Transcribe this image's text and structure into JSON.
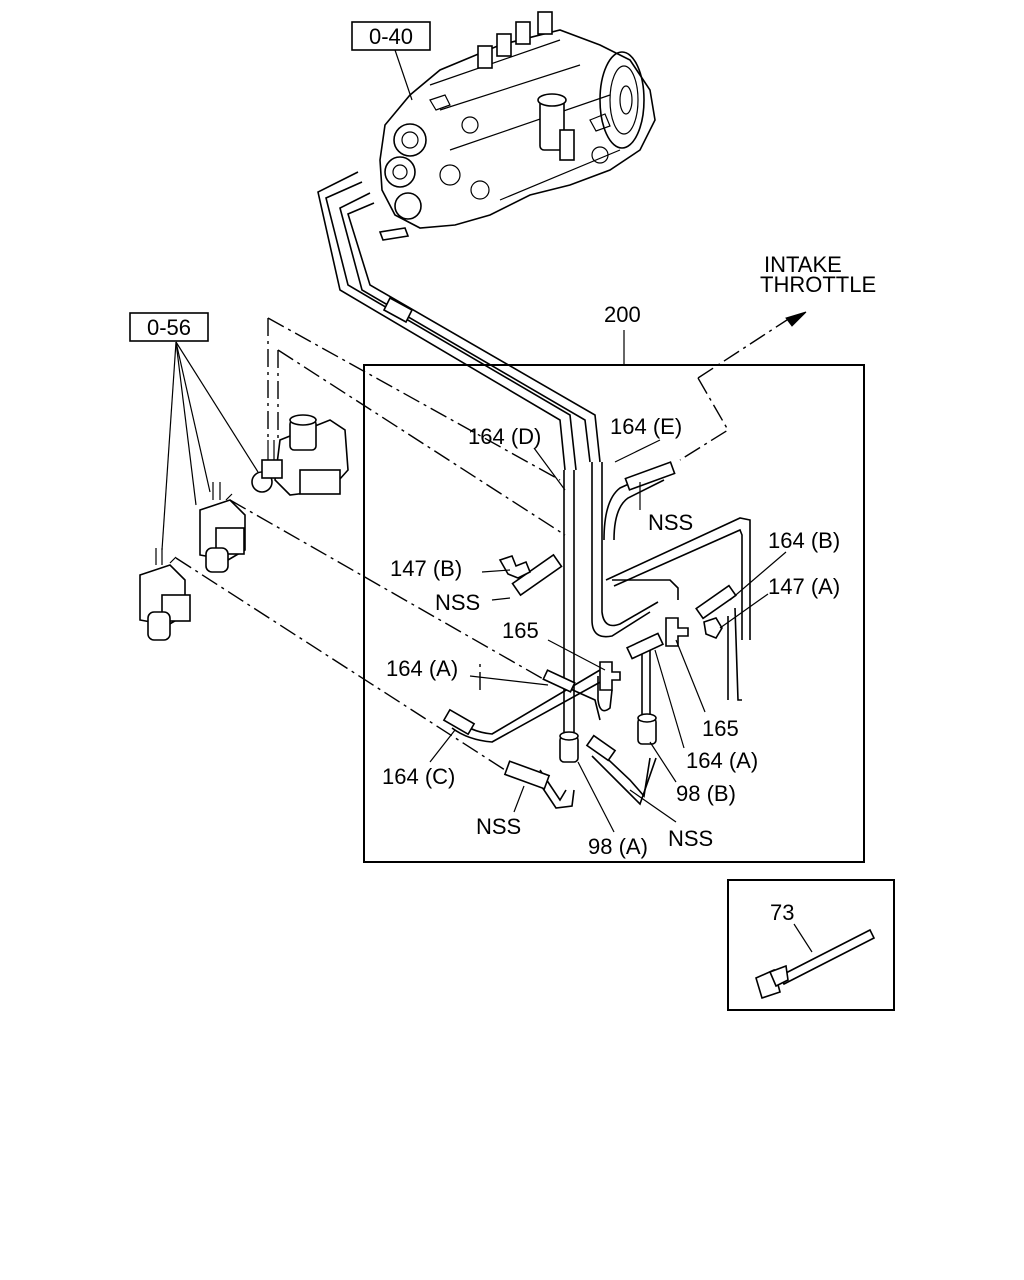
{
  "callouts": {
    "ref_040": "0-40",
    "ref_056": "0-56",
    "group_200": "200",
    "intake_line1": "INTAKE",
    "intake_line2": "THROTTLE",
    "p164d": "164 (D)",
    "p164e": "164 (E)",
    "nss_top": "NSS",
    "p164b": "164 (B)",
    "p147b": "147 (B)",
    "p147a": "147 (A)",
    "nss_left": "NSS",
    "p165_upper": "165",
    "p164a_left": "164 (A)",
    "p165_lower": "165",
    "p164a_right": "164 (A)",
    "p98b": "98 (B)",
    "p164c": "164 (C)",
    "nss_bottom_left": "NSS",
    "nss_bottom_right": "NSS",
    "p98a": "98 (A)",
    "p73": "73"
  }
}
